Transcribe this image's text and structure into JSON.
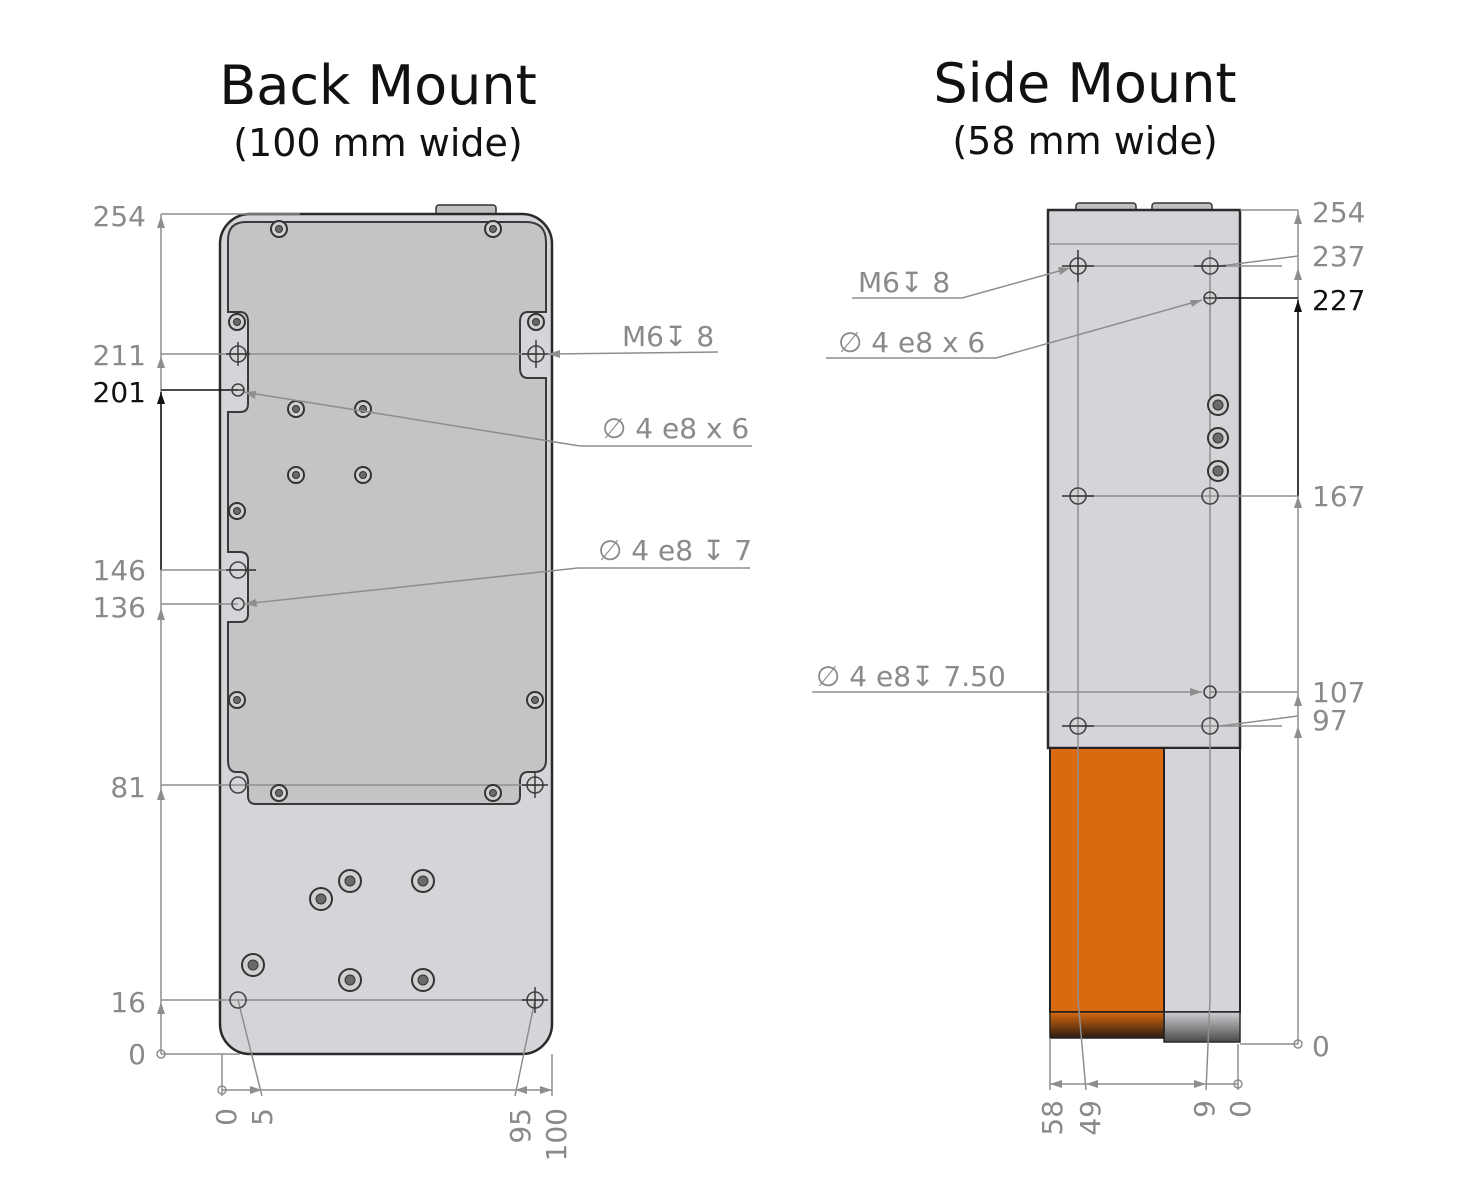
{
  "back_mount": {
    "title": "Back Mount",
    "subtitle": "(100 mm wide)",
    "vertical_dims": [
      "254",
      "211",
      "201",
      "146",
      "136",
      "81",
      "16",
      "0"
    ],
    "horizontal_dims": [
      "0",
      "5",
      "95",
      "100"
    ],
    "callouts": {
      "m6": "M6↧ 8",
      "pin_x6": "∅ 4 e8 x 6",
      "pin_depth7": "∅ 4 e8 ↧ 7"
    }
  },
  "side_mount": {
    "title": "Side Mount",
    "subtitle": "(58 mm wide)",
    "vertical_dims": [
      "254",
      "237",
      "227",
      "167",
      "107",
      "97",
      "0"
    ],
    "horizontal_dims": [
      "58",
      "49",
      "9",
      "0"
    ],
    "callouts": {
      "m6": "M6↧ 8",
      "pin_x6": "∅ 4 e8 x 6",
      "pin_depth750": "∅ 4 e8↧ 7.50"
    }
  },
  "colors": {
    "body": "#d5d5d9",
    "pocket": "#c4c4c6",
    "accent": "#d96a10",
    "dimension": "#8a8a8a"
  }
}
